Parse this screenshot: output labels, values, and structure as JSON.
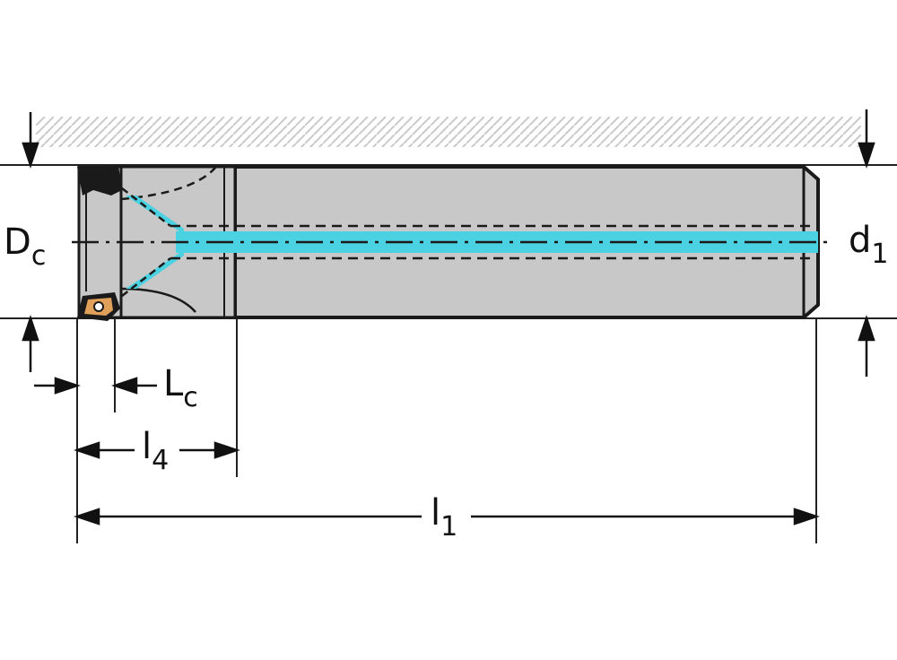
{
  "colors": {
    "body_fill": "#c8c8c8",
    "outline": "#1a1a1a",
    "coolant": "#4ad2e2",
    "insert": "#e0a05a",
    "hatch": "#aaaaaa"
  },
  "labels": {
    "dc": {
      "main": "D",
      "sub": "c"
    },
    "d1": {
      "main": "d",
      "sub": "1"
    },
    "lc": {
      "main": "L",
      "sub": "c"
    },
    "l4": {
      "main": "l",
      "sub": "4"
    },
    "l1": {
      "main": "l",
      "sub": "1"
    }
  }
}
